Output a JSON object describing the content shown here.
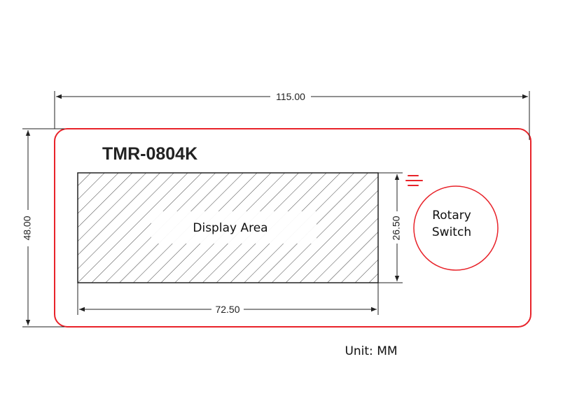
{
  "model": "TMR-0804K",
  "display_label": "Display Area",
  "rotary_label_line1": "Rotary",
  "rotary_label_line2": "Switch",
  "dims": {
    "overall_width": "115.00",
    "overall_height": "48.00",
    "display_width": "72.50",
    "display_height": "26.50"
  },
  "unit": "Unit: MM",
  "colors": {
    "outline": "#e8232a",
    "line": "#222222"
  }
}
